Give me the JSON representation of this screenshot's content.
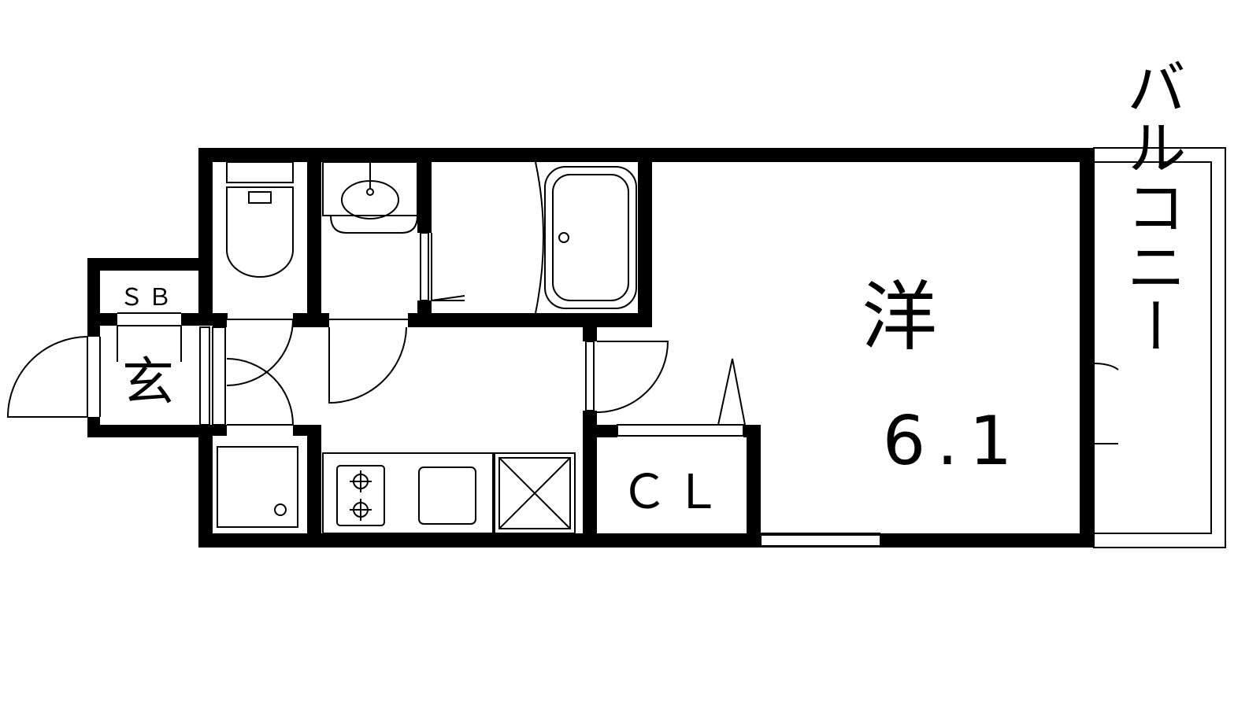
{
  "floor_plan": {
    "rooms": {
      "shoe_box": "ＳＢ",
      "entrance": "玄",
      "western_room": "洋",
      "western_room_size": "6.1",
      "closet": "ＣＬ",
      "balcony": "バルコニー"
    },
    "colors": {
      "wall": "#000000",
      "background": "#ffffff"
    }
  }
}
